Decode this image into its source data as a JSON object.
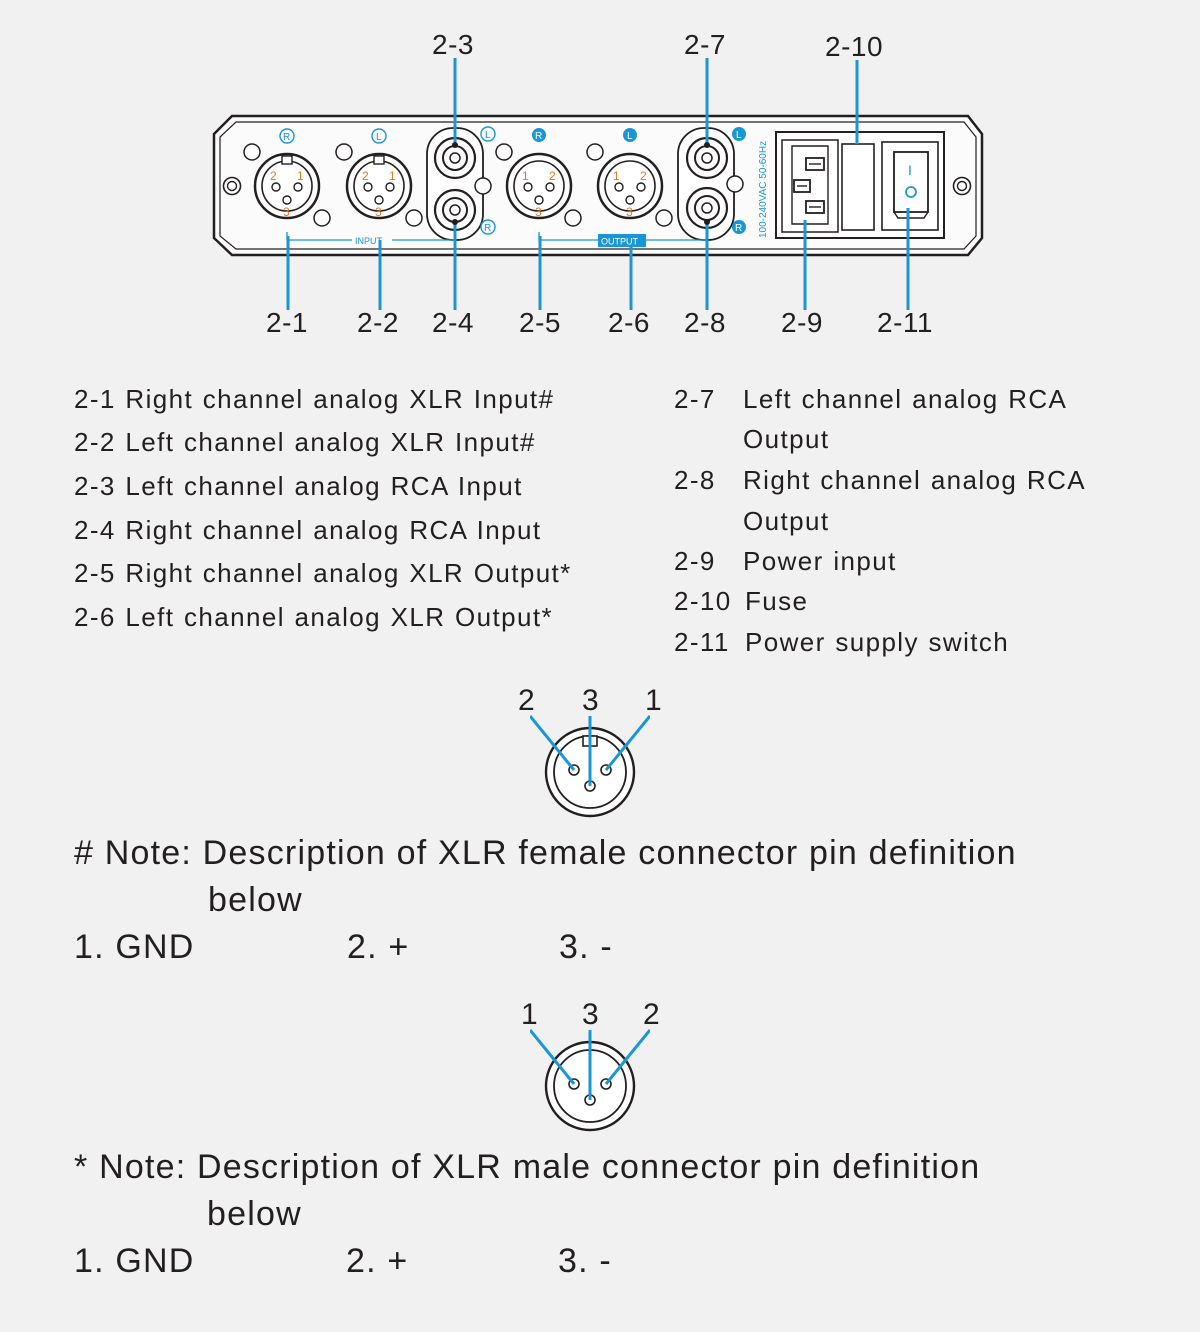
{
  "panel": {
    "callouts_top": [
      "2-3",
      "2-7",
      "2-10"
    ],
    "callouts_bottom": [
      "2-1",
      "2-2",
      "2-4",
      "2-5",
      "2-6",
      "2-8",
      "2-9",
      "2-11"
    ],
    "input_group_label": "INPUT",
    "output_group_label": "OUTPUT",
    "power_rating": "100-240VAC 50-60Hz",
    "channel_right": "R",
    "channel_left": "L",
    "switch_on_mark": "I",
    "switch_off_mark": "O",
    "xlr_pin_labels": {
      "pin1": "1",
      "pin2": "2",
      "pin3": "3"
    }
  },
  "legend_left": [
    {
      "code": "2-1",
      "text": "Right channel analog XLR Input#"
    },
    {
      "code": "2-2",
      "text": "Left channel analog XLR Input#"
    },
    {
      "code": "2-3",
      "text": "Left channel analog RCA Input"
    },
    {
      "code": "2-4",
      "text": "Right channel analog RCA Input"
    },
    {
      "code": "2-5",
      "text": "Right channel analog XLR Output*"
    },
    {
      "code": "2-6",
      "text": "Left channel analog XLR Output*"
    }
  ],
  "legend_right": [
    {
      "code": "2-7",
      "text": "Left channel analog RCA",
      "text2": "Output"
    },
    {
      "code": "2-8",
      "text": "Right channel analog RCA",
      "text2": "Output"
    },
    {
      "code": "2-9",
      "text": "Power input"
    },
    {
      "code": "2-10",
      "text": "Fuse"
    },
    {
      "code": "2-11",
      "text": "Power supply switch"
    }
  ],
  "female_connector": {
    "pin_labels": [
      "2",
      "3",
      "1"
    ],
    "note_line1": "# Note: Description of XLR female connector pin definition",
    "note_line2": "below",
    "pins": [
      "1. GND",
      "2. +",
      "3. -"
    ]
  },
  "male_connector": {
    "pin_labels": [
      "1",
      "3",
      "2"
    ],
    "note_line1": "* Note: Description of XLR male connector pin definition",
    "note_line2": "below",
    "pins": [
      "1. GND",
      "2. +",
      "3. -"
    ]
  },
  "colors": {
    "accent": "#1a96d4",
    "pin_number": "#e07b1a",
    "ink": "#231f20",
    "background": "#f1f1f1"
  }
}
